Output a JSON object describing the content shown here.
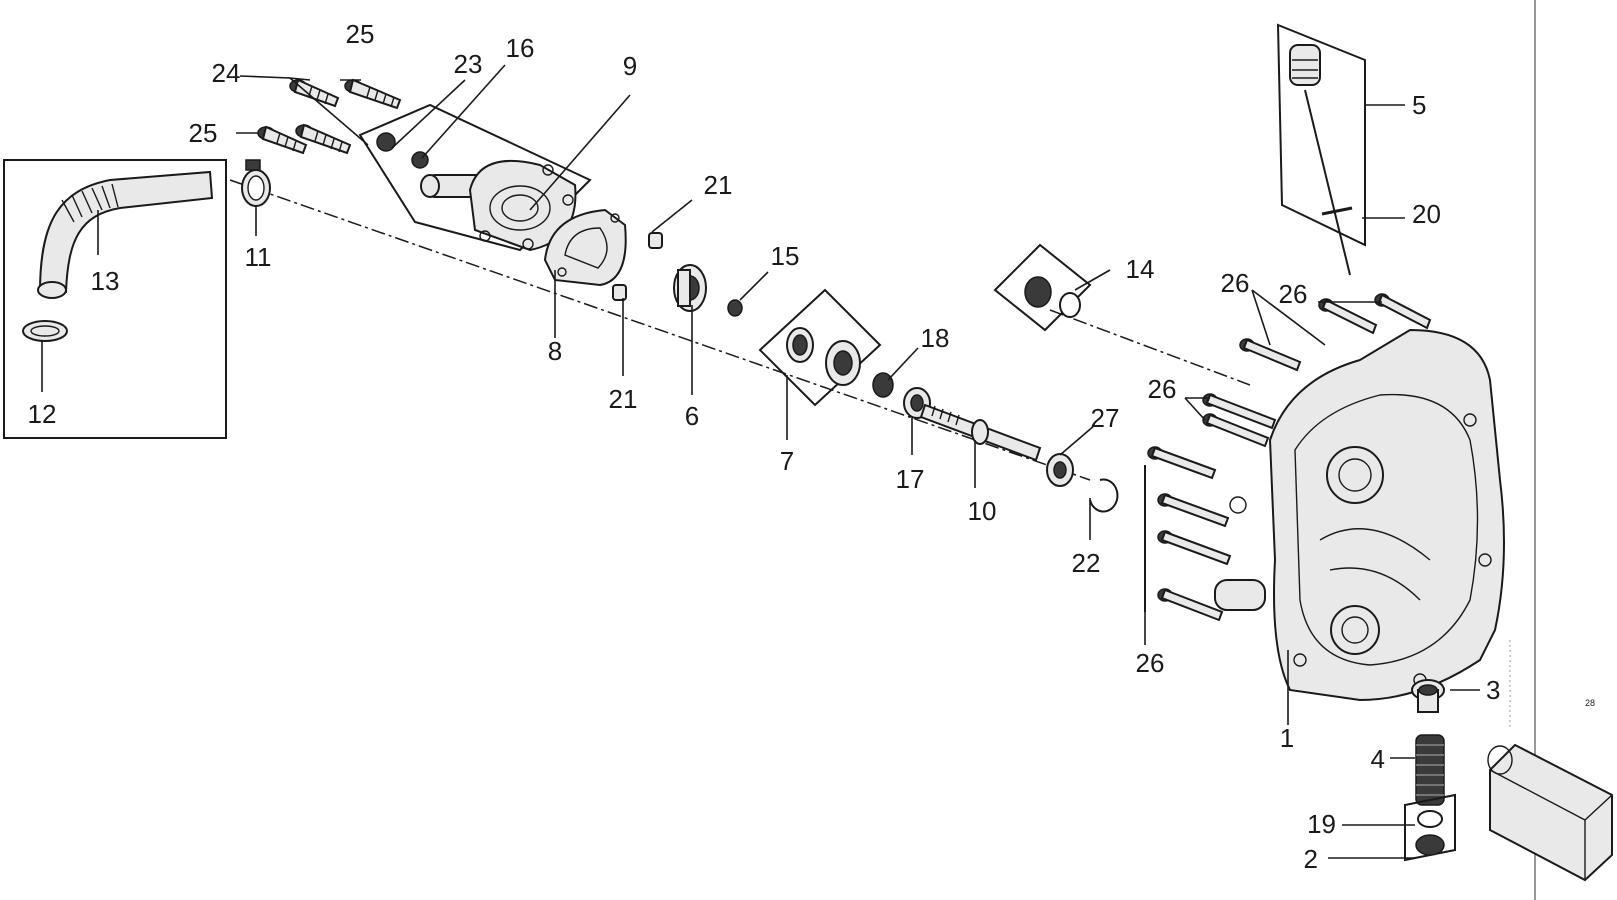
{
  "diagram": {
    "callouts": {
      "c1": "1",
      "c2": "2",
      "c3": "3",
      "c4": "4",
      "c5": "5",
      "c6": "6",
      "c7": "7",
      "c8": "8",
      "c9": "9",
      "c10": "10",
      "c11": "11",
      "c12": "12",
      "c13": "13",
      "c14": "14",
      "c15": "15",
      "c16": "16",
      "c17": "17",
      "c18": "18",
      "c19": "19",
      "c20": "20",
      "c21a": "21",
      "c21b": "21",
      "c22": "22",
      "c23": "23",
      "c24": "24",
      "c25a": "25",
      "c25b": "25",
      "c26a": "26",
      "c26b": "26",
      "c26c": "26",
      "c26d": "26",
      "c27": "27",
      "c28": "28"
    }
  }
}
